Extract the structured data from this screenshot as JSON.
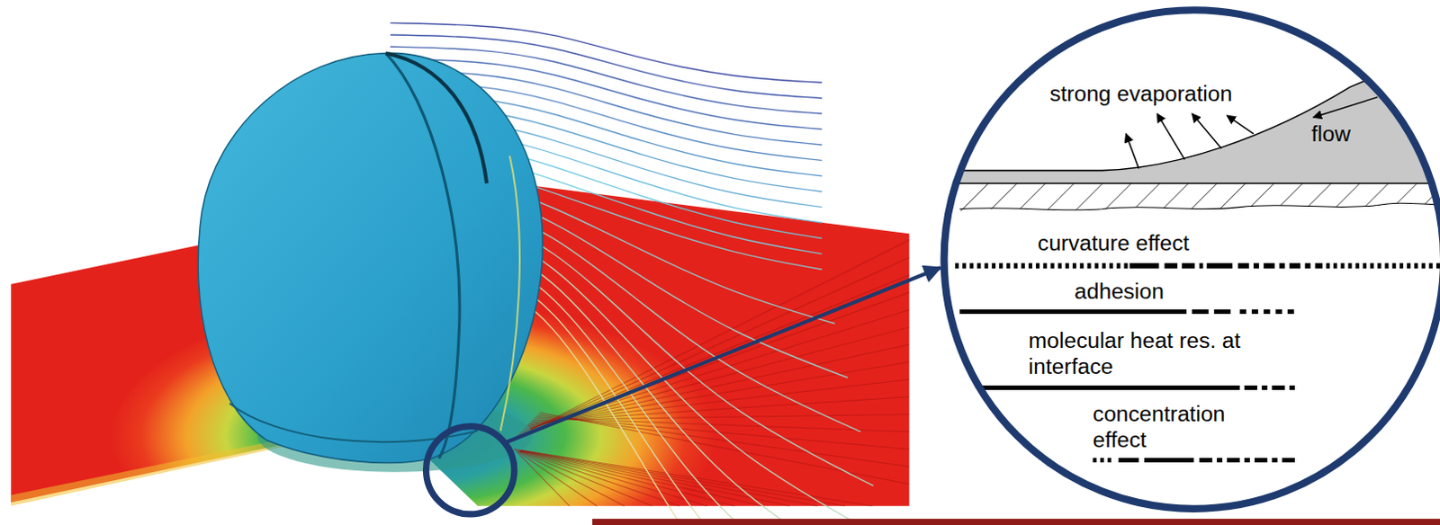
{
  "diagram": {
    "nodes": [
      {
        "text": [
          "strong evaporation",
          "flow",
          "curvature effect",
          "adhesion",
          "molecular heat res. at interface",
          "concentration effect"
        ]
      }
    ]
  }
}
